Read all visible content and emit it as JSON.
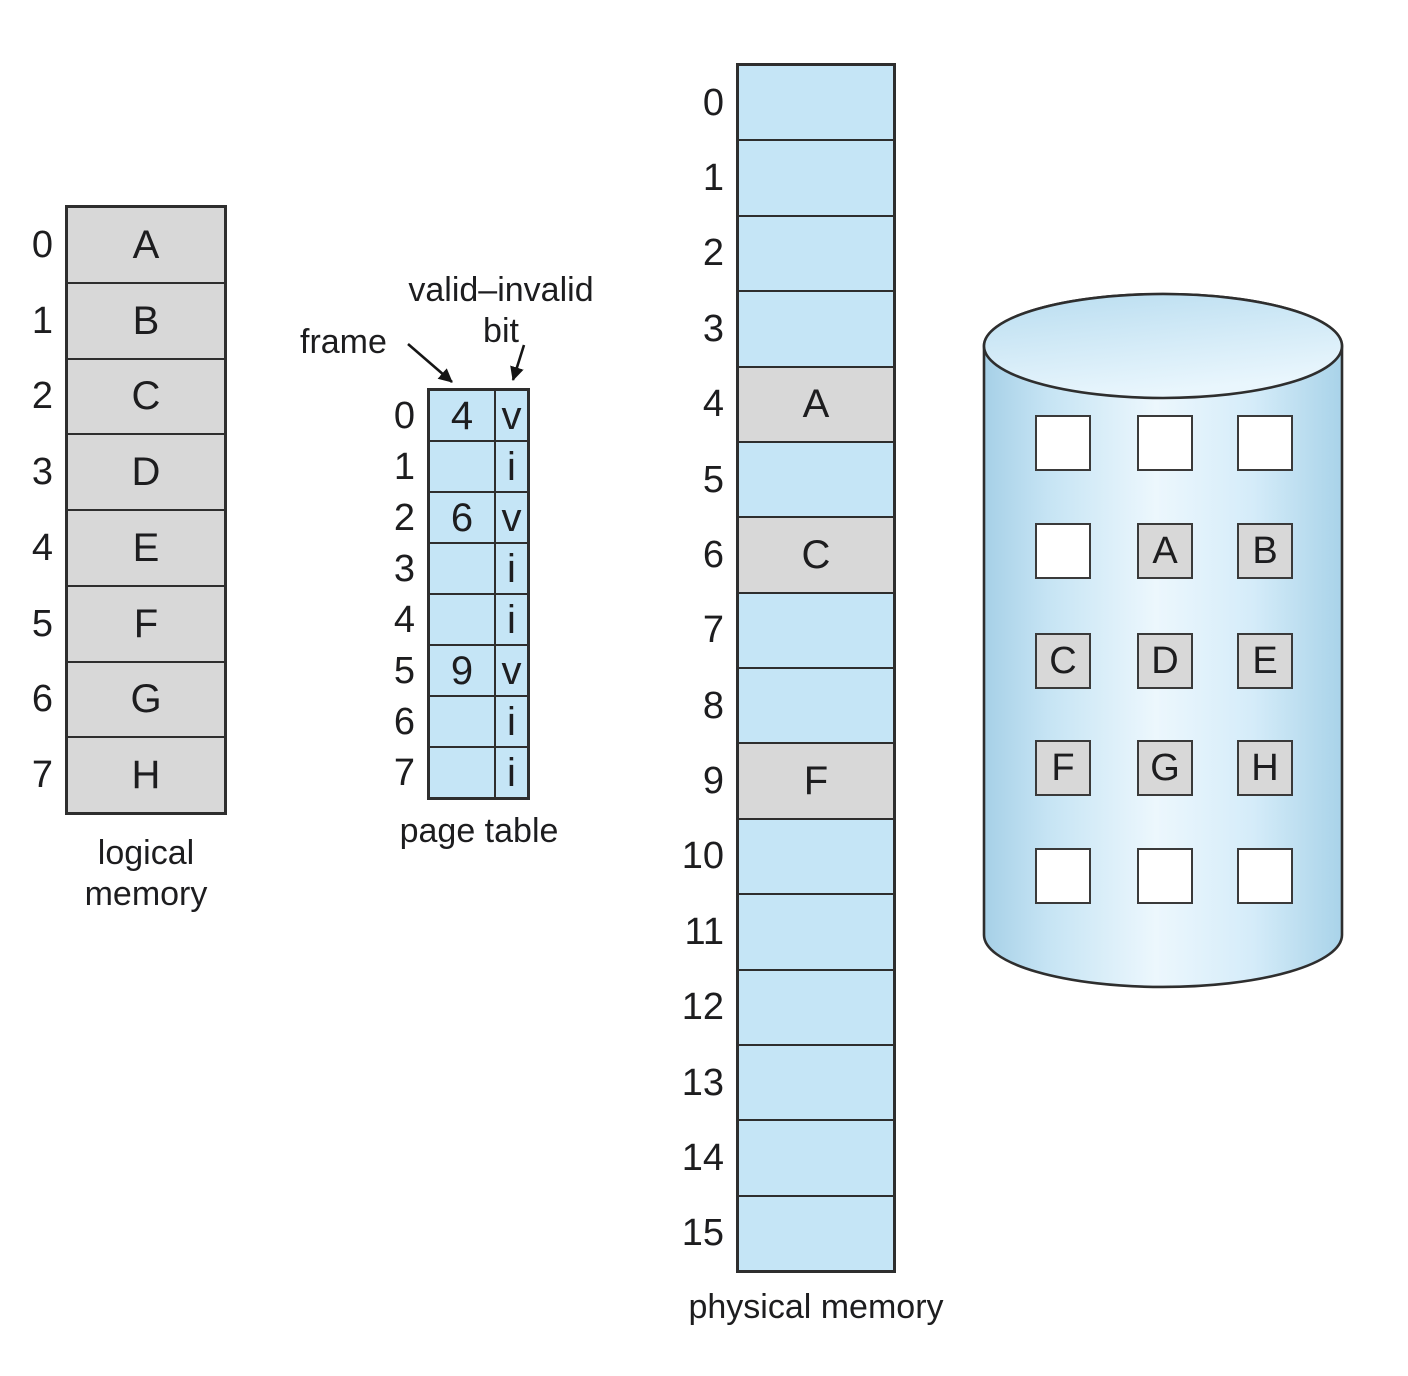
{
  "labels": {
    "logical_memory": "logical memory",
    "page_table": "page table",
    "physical_memory": "physical memory",
    "frame": "frame",
    "valid_invalid_bit": "valid–invalid bit"
  },
  "logical_memory": {
    "rows": [
      {
        "index": "0",
        "letter": "A"
      },
      {
        "index": "1",
        "letter": "B"
      },
      {
        "index": "2",
        "letter": "C"
      },
      {
        "index": "3",
        "letter": "D"
      },
      {
        "index": "4",
        "letter": "E"
      },
      {
        "index": "5",
        "letter": "F"
      },
      {
        "index": "6",
        "letter": "G"
      },
      {
        "index": "7",
        "letter": "H"
      }
    ]
  },
  "page_table": {
    "rows": [
      {
        "index": "0",
        "frame": "4",
        "bit": "v"
      },
      {
        "index": "1",
        "frame": "",
        "bit": "i"
      },
      {
        "index": "2",
        "frame": "6",
        "bit": "v"
      },
      {
        "index": "3",
        "frame": "",
        "bit": "i"
      },
      {
        "index": "4",
        "frame": "",
        "bit": "i"
      },
      {
        "index": "5",
        "frame": "9",
        "bit": "v"
      },
      {
        "index": "6",
        "frame": "",
        "bit": "i"
      },
      {
        "index": "7",
        "frame": "",
        "bit": "i"
      }
    ]
  },
  "physical_memory": {
    "rows": [
      {
        "index": "0",
        "letter": ""
      },
      {
        "index": "1",
        "letter": ""
      },
      {
        "index": "2",
        "letter": ""
      },
      {
        "index": "3",
        "letter": ""
      },
      {
        "index": "4",
        "letter": "A"
      },
      {
        "index": "5",
        "letter": ""
      },
      {
        "index": "6",
        "letter": "C"
      },
      {
        "index": "7",
        "letter": ""
      },
      {
        "index": "8",
        "letter": ""
      },
      {
        "index": "9",
        "letter": "F"
      },
      {
        "index": "10",
        "letter": ""
      },
      {
        "index": "11",
        "letter": ""
      },
      {
        "index": "12",
        "letter": ""
      },
      {
        "index": "13",
        "letter": ""
      },
      {
        "index": "14",
        "letter": ""
      },
      {
        "index": "15",
        "letter": ""
      }
    ]
  },
  "backing_store": {
    "rows": [
      [
        "",
        "",
        ""
      ],
      [
        "",
        "A",
        "B"
      ],
      [
        "C",
        "D",
        "E"
      ],
      [
        "F",
        "G",
        "H"
      ],
      [
        "",
        "",
        ""
      ]
    ]
  },
  "colors": {
    "cell_blue": "#c5e5f6",
    "cell_gray": "#d8d8d8",
    "outline": "#2e2e2e",
    "text": "#1d1d1f",
    "cylinder_edge": "#a6d0e7",
    "cylinder_highlight": "#ecf7fd"
  }
}
